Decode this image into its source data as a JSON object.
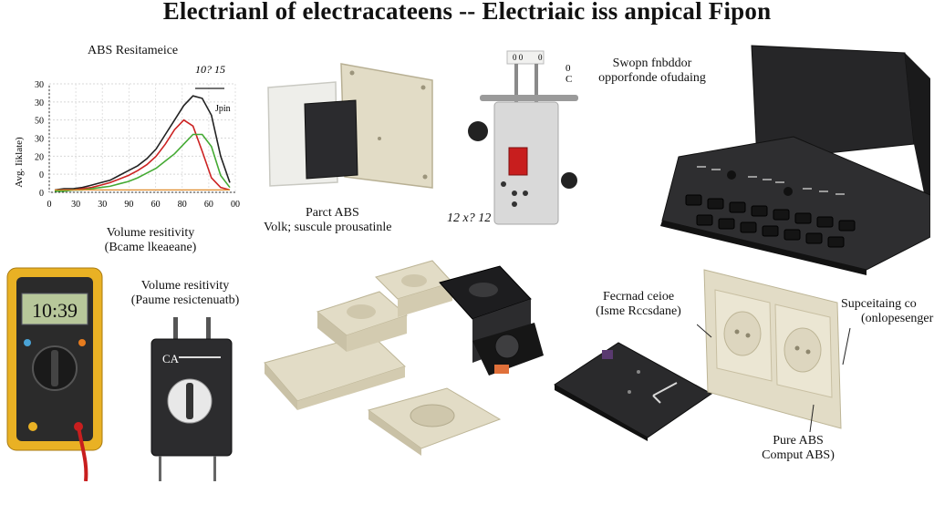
{
  "title": "Electrianl of electracateens -- Electriaic iss anpical Fipon",
  "chart_data": {
    "type": "line",
    "title": "ABS Resitameice",
    "ylabel": "Avg. Iiklate)",
    "yticks": [
      "30",
      "30",
      "50",
      "30",
      "20",
      "0",
      "0"
    ],
    "xticks": [
      "0",
      "30",
      "30",
      "90",
      "60",
      "80",
      "60",
      "00"
    ],
    "annotations": [
      "10? 15",
      "Jpin"
    ],
    "xlabel": "Volume resitivity",
    "xlabel_sub": "(Bcame lkeaeane)",
    "series": [
      {
        "color": "#222222",
        "values": [
          2,
          3,
          3,
          4,
          6,
          8,
          10,
          14,
          18,
          22,
          28,
          36,
          48,
          60,
          72,
          80,
          78,
          64,
          30,
          8
        ]
      },
      {
        "color": "#cc2222",
        "values": [
          1,
          2,
          2,
          3,
          4,
          6,
          8,
          11,
          14,
          18,
          23,
          30,
          40,
          52,
          60,
          55,
          34,
          12,
          4,
          2
        ]
      },
      {
        "color": "#44aa33",
        "values": [
          1,
          1,
          2,
          2,
          3,
          4,
          5,
          7,
          9,
          12,
          16,
          20,
          26,
          32,
          40,
          48,
          48,
          38,
          14,
          4
        ]
      },
      {
        "color": "#e08a2a",
        "values": [
          2,
          2,
          2,
          2,
          2,
          2,
          2,
          2,
          2,
          2,
          2,
          2,
          2,
          2,
          2,
          2,
          2,
          2,
          2,
          2
        ]
      }
    ]
  },
  "labels": {
    "panel_abs": "Parct ABS",
    "panel_sub": "Volk; suscule prousatinle",
    "fixture_dims": "12 x? 12",
    "fixture_top_a": "0 0",
    "fixture_top_b": "0",
    "fixture_side": "0",
    "fixture_side2": "C",
    "top_right_1": "Swopn fnbddor",
    "top_right_2": "opporfonde ofudaing",
    "meter_title": "Volume resitivity",
    "meter_sub": "(Paume resictenuatb)",
    "meter_reading": "10:39",
    "gauge_label": "CA",
    "center_label_1": "Fecrnad ceioe",
    "center_label_2": "(Isme Rccsdane)",
    "right_label_1": "Supceitaing co",
    "right_label_2": "(onlopesenger",
    "pure_abs": "Pure ABS",
    "comput_abs": "Comput ABS)"
  },
  "colors": {
    "beige": "#e2dcc6",
    "beige_dark": "#c9c1a6",
    "black": "#1a1a1a",
    "meter_yellow": "#e9b124",
    "lcd": "#b7c79a"
  }
}
